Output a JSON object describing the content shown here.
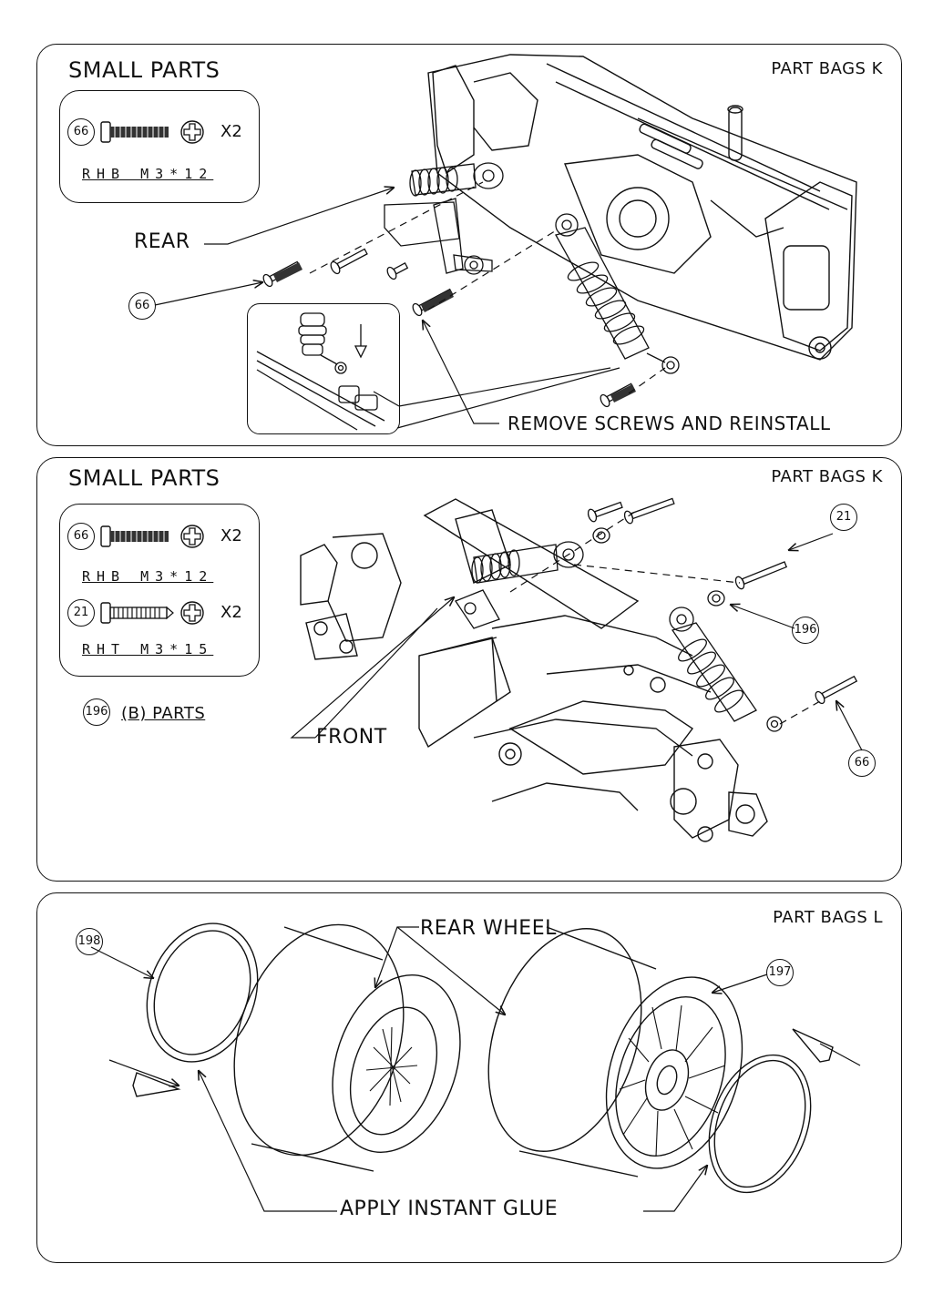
{
  "panel1": {
    "title": "SMALL PARTS",
    "bags": "PART BAGS K",
    "part": {
      "number": "66",
      "qty": "X2",
      "code": "RHB M3*12"
    },
    "rear_label": "REAR",
    "ref_66": "66",
    "remove_note": "REMOVE SCREWS AND REINSTALL"
  },
  "panel2": {
    "title": "SMALL PARTS",
    "bags": "PART BAGS K",
    "part_a": {
      "number": "66",
      "qty": "X2",
      "code": "RHB M3*12"
    },
    "part_b": {
      "number": "21",
      "qty": "X2",
      "code": "RHT M3*15"
    },
    "b_parts": {
      "number": "196",
      "label": "(B) PARTS"
    },
    "front_label": "FRONT",
    "ref_21": "21",
    "ref_196": "196",
    "ref_66": "66"
  },
  "panel3": {
    "bags": "PART BAGS L",
    "rear_wheel": "REAR WHEEL",
    "ref_198": "198",
    "ref_197": "197",
    "glue_note": "APPLY INSTANT GLUE"
  }
}
